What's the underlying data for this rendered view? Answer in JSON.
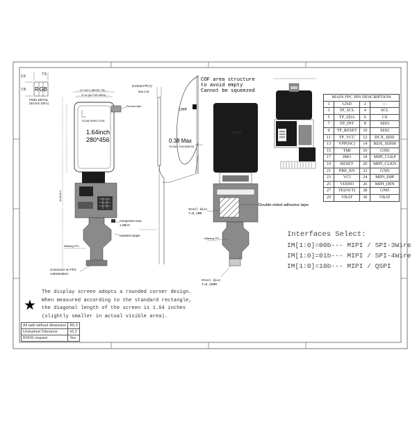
{
  "pixel_detail": {
    "dim_top": "7.5",
    "dim_left": "2.6",
    "dim_bottom": "7.8",
    "rgb": [
      "R",
      "G",
      "B"
    ],
    "caption_line1": "PIXEL DETAIL",
    "caption_line2": "(SCALE 100:1)"
  },
  "front_view": {
    "dim_width_1": "← 22.74±0.1 (BEZEL OD) →",
    "dim_width_2": "← 21.44 (ACTIVE AREA) →",
    "diagonal_size": "1.64inch",
    "resolution": "280*456",
    "scan_direction": "SCAN DIRECTION",
    "remove_tape": "Remove tape",
    "dim_height": "42.84±0.1",
    "component_area": "Component Area\n1.3MAX",
    "exposed_copper": "exposed copper",
    "stiffener_top": "Stiffening FPC",
    "connector_label_1": "Connector on FPC",
    "connector_label_2": "AXK6G4E2A"
  },
  "side_view": {
    "include_fpca": "(Include FPCA)",
    "total_thickness_dim": "Total 0.38",
    "cof_note_1": "COF area structure",
    "cof_note_2": "to avoid empty",
    "cof_note_3": "Cannot be squeezed",
    "chip_label": "CHIP",
    "thickness_value": "0.38 Max",
    "thickness_caption": "TOTAL THICKNESS"
  },
  "back_view": {
    "panel_mark": "T°V°D",
    "adhesive_label": "Double-sided adhesive tape",
    "steel_disc_1": "Steel disc",
    "steel_disc_1_t": "T=0.1MM",
    "steel_disc_2": "Steel disc",
    "steel_disc_2_t": "T=0.15MM",
    "stiffener_back": "Stiffening FPC"
  },
  "pin_table": {
    "title": "MAIN FPC PIN DESCRIPTION",
    "rows": [
      [
        "1",
        "GND",
        "2",
        "—"
      ],
      [
        "3",
        "TP_SCL",
        "4",
        "SCL"
      ],
      [
        "5",
        "TP_SDA",
        "6",
        "CS"
      ],
      [
        "7",
        "TP_INT",
        "8",
        "SDI3"
      ],
      [
        "9",
        "TP_RESET",
        "10",
        "SDI2"
      ],
      [
        "11",
        "TP_VCC",
        "12",
        "DCX_SDI1"
      ],
      [
        "13",
        "VPP(NC)",
        "14",
        "RDX_SDI00"
      ],
      [
        "15",
        "TMI",
        "16",
        "GND"
      ],
      [
        "17",
        "IMO",
        "18",
        "MIPI_CLKP"
      ],
      [
        "19",
        "RESET",
        "20",
        "MIPI_CLKN"
      ],
      [
        "21",
        "PRE_EN",
        "22",
        "GND"
      ],
      [
        "23",
        "VCI",
        "24",
        "MIPI_D0P"
      ],
      [
        "25",
        "VDDIO",
        "26",
        "MIPI_D0N"
      ],
      [
        "27",
        "TE(OUT)",
        "28",
        "GND"
      ],
      [
        "29",
        "VBAT",
        "30",
        "VBAT"
      ]
    ]
  },
  "interfaces": {
    "title": "Interfaces Select:",
    "lines": [
      "IM[1:0]=00b--- MIPI / SPI-3Wire",
      "IM[1:0]=01b--- MIPI / SPI-4Wire",
      "IM[1:0]=10b--- MIPI / QSPI"
    ]
  },
  "note": {
    "symbol": "★",
    "lines": [
      "The display screen adopts a rounded corner design.",
      "When measured according to the standard rectangle,",
      "the diagonal length of the screen is 1.64 inches",
      "(slightly smaller in actual visible area)."
    ]
  },
  "tolerance_table": [
    [
      "All radii without dimension",
      "R0.3"
    ],
    [
      "Unmarked Tolerance",
      "±0.2"
    ],
    [
      "ROHS request",
      "Yes"
    ]
  ],
  "colors": {
    "line": "#555555",
    "panel_black": "#1a1a1a",
    "fpc_gray": "#8a8a8a",
    "fpc_dark": "#555555"
  }
}
